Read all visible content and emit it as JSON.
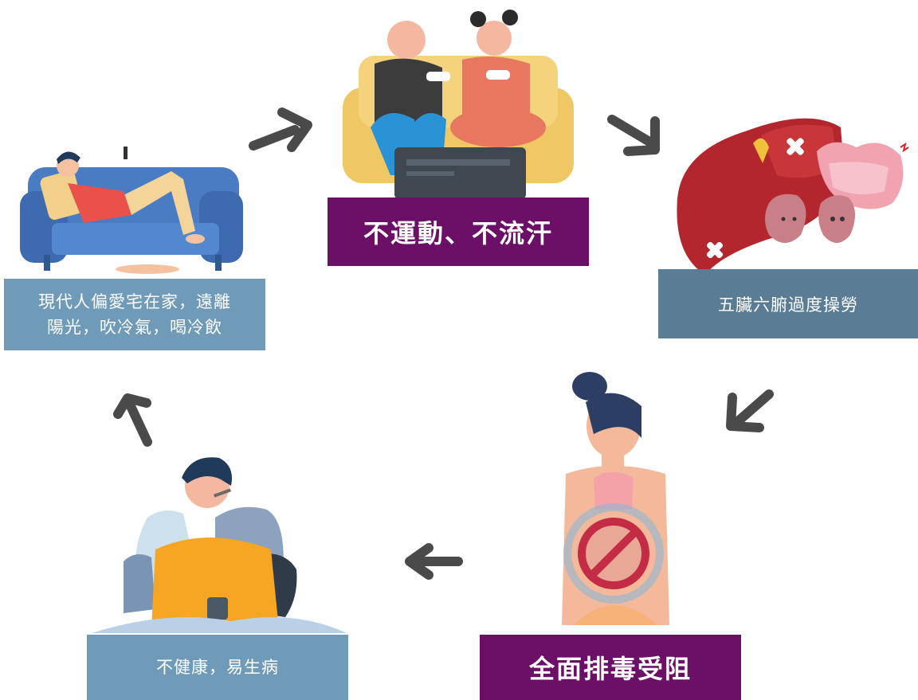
{
  "steps": [
    {
      "id": "home",
      "text": "現代人偏愛宅在家，遠離陽光，吹冷氣，喝冷飲",
      "line1": "現代人偏愛宅在家，遠離",
      "line2": "陽光，吹冷氣，喝冷飲"
    },
    {
      "id": "no-exercise",
      "text": "不運動、不流汗"
    },
    {
      "id": "organs",
      "text": "五臟六腑過度操勞"
    },
    {
      "id": "detox",
      "text": "全面排毒受阻"
    },
    {
      "id": "sick",
      "text": "不健康，易生病"
    }
  ],
  "colors": {
    "label_blue": "#6f9bb9",
    "label_slate": "#5a7d95",
    "label_purple": "#6c0f67",
    "arrow": "#4a4a4a"
  }
}
